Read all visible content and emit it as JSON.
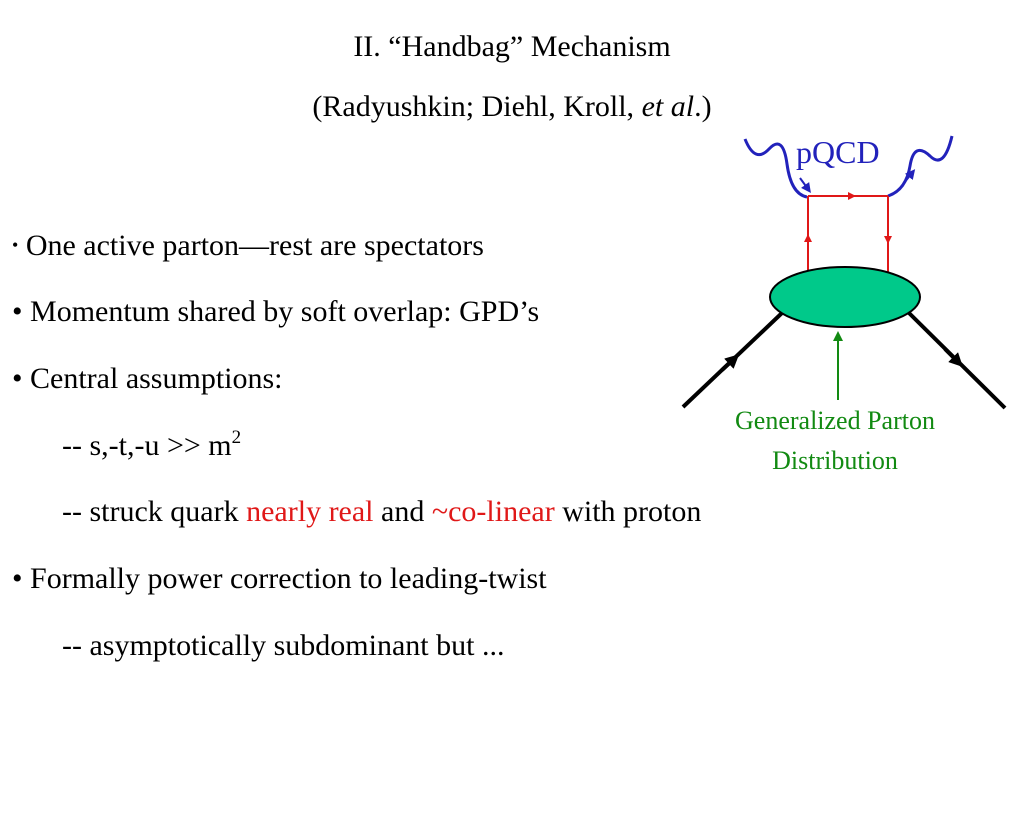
{
  "slide": {
    "title_line1": "II.  “Handbag”  Mechanism",
    "title_line2_before": "(Radyushkin; Diehl, Kroll, ",
    "title_line2_italic": "et al",
    "title_line2_after": ".)",
    "bullets": [
      {
        "marker": "•",
        "text": " One active parton—rest are spectators"
      },
      {
        "marker": "•",
        "text": " Momentum shared by soft overlap:  GPD’s"
      },
      {
        "marker": "•",
        "text": " Central assumptions:"
      },
      {
        "sub1_text": "-- s,-t,-u >> m",
        "sub1_sup": "2"
      },
      {
        "sub2_a": "-- struck quark ",
        "sub2_red1": "nearly real",
        "sub2_b": " and ",
        "sub2_red2": "~co-linear",
        "sub2_c": " with proton"
      },
      {
        "marker": "•",
        "text": " Formally power correction to leading-twist"
      },
      {
        "sub3_text": "-- asymptotically subdominant but ..."
      }
    ]
  },
  "diagram": {
    "pqcd_label": "pQCD",
    "gpd_label_line1": "Generalized Parton",
    "gpd_label_line2": "Distribution",
    "colors": {
      "photon": "#2222bb",
      "quark": "#e01818",
      "blob_fill": "#00c98a",
      "arrow": "#128a12",
      "proton": "#000000",
      "highlight": "#e01818"
    }
  }
}
